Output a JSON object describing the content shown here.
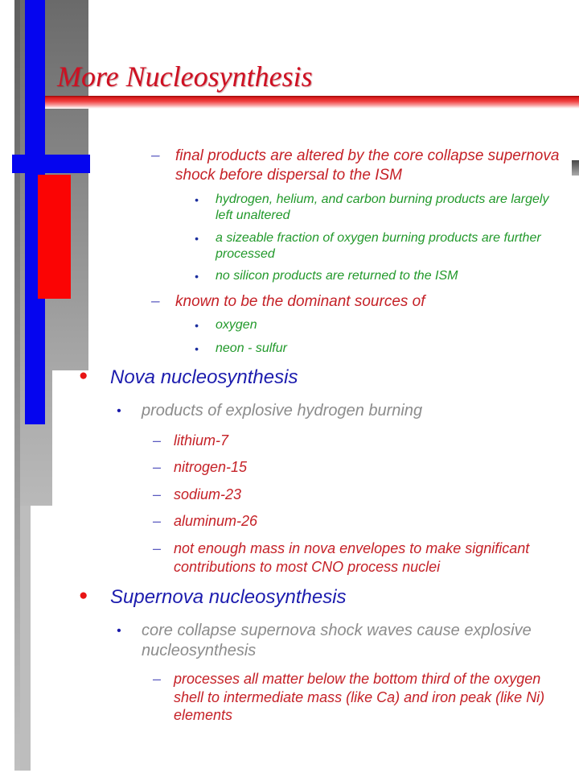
{
  "slide": {
    "title": "More Nucleosynthesis",
    "colors": {
      "title_red": "#ce1022",
      "body_red": "#c52127",
      "body_green": "#22992b",
      "heading_blue": "#1c1cae",
      "body_gray": "#8c8c8c",
      "dash_marker": "#5b5bc0",
      "navy_bullet": "#1a1aaa",
      "red_bullet": "#e81414",
      "decor_blue": "#0505ef",
      "decor_red": "#fb0404",
      "title_bar_red": "#d81d1d"
    },
    "items": [
      {
        "marker": "–",
        "text": "final products are altered by the core collapse supernova shock before dispersal to the ISM"
      },
      {
        "marker": "•",
        "text": "hydrogen, helium, and carbon burning products are largely left unaltered"
      },
      {
        "marker": "•",
        "text": "a sizeable fraction of oxygen burning products are further processed"
      },
      {
        "marker": "•",
        "text": "no silicon products are returned to the ISM"
      },
      {
        "marker": "–",
        "text": "known to be the dominant sources of"
      },
      {
        "marker": "•",
        "text": "oxygen"
      },
      {
        "marker": "•",
        "text": "neon - sulfur"
      },
      {
        "marker": "●",
        "text": "Nova nucleosynthesis"
      },
      {
        "marker": "•",
        "text": "products of explosive hydrogen burning"
      },
      {
        "marker": "–",
        "text": "lithium-7"
      },
      {
        "marker": "–",
        "text": "nitrogen-15"
      },
      {
        "marker": "–",
        "text": "sodium-23"
      },
      {
        "marker": "–",
        "text": "aluminum-26"
      },
      {
        "marker": "–",
        "text": "not enough mass in nova envelopes to make significant contributions to most CNO process nuclei"
      },
      {
        "marker": "●",
        "text": "Supernova nucleosynthesis"
      },
      {
        "marker": "•",
        "text": "core collapse supernova shock waves cause explosive nucleosynthesis"
      },
      {
        "marker": "–",
        "text": "processes all matter below the bottom third of the oxygen shell to intermediate mass (like Ca) and iron peak (like Ni) elements"
      }
    ]
  }
}
